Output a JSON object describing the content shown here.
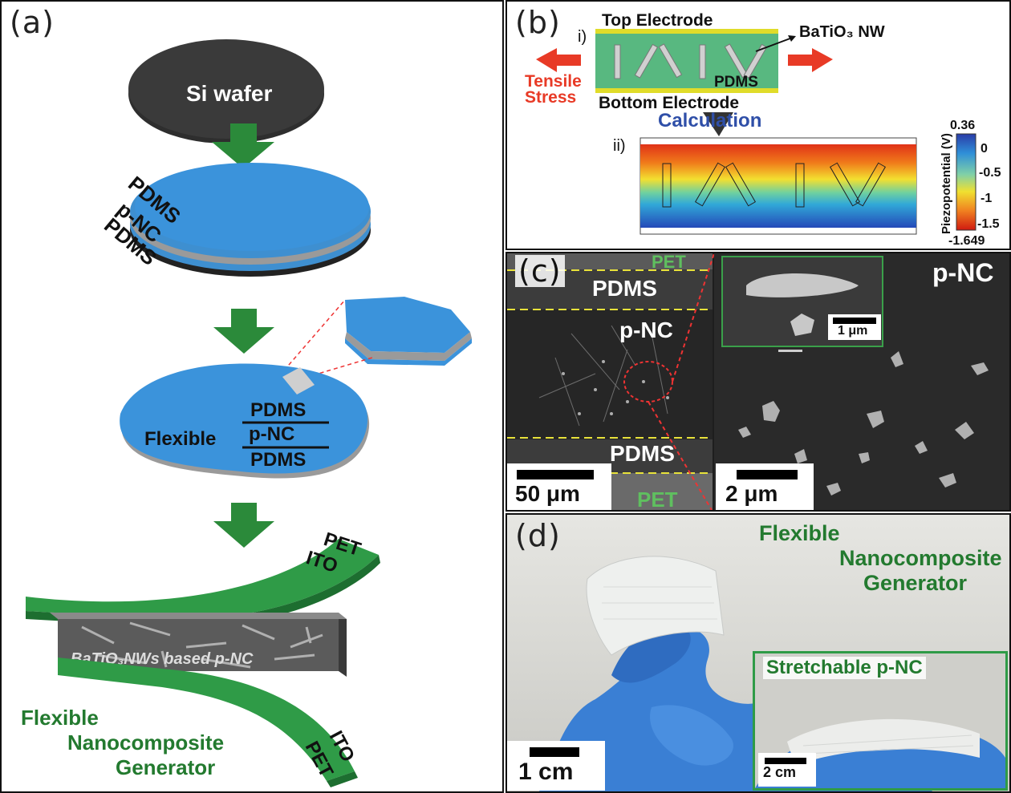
{
  "panel_a": {
    "label": "(a)",
    "si_wafer": "Si wafer",
    "stack_layers": [
      "PDMS",
      "p-NC",
      "PDMS"
    ],
    "flexible_word": "Flexible",
    "flexible_stack": [
      "PDMS",
      "p-NC",
      "PDMS"
    ],
    "top_layers": [
      "PET",
      "ITO"
    ],
    "bottom_layers": [
      "ITO",
      "PET"
    ],
    "nanowire_label": "BaTiO₃NWs based p-NC",
    "generator_title": [
      "Flexible",
      "Nanocomposite",
      "Generator"
    ]
  },
  "panel_b": {
    "label": "(b)",
    "sub_i": "i)",
    "sub_ii": "ii)",
    "top_electrode": "Top Electrode",
    "bottom_electrode": "Bottom Electrode",
    "nw_label": "BaTiO₃ NW",
    "pdms_label": "PDMS",
    "tensile": "Tensile",
    "stress": "Stress",
    "calculation": "Calculation",
    "colorbar": {
      "title": "Piezopotential (V)",
      "max": "0.36",
      "ticks": [
        "0",
        "-0.5",
        "-1",
        "-1.5"
      ],
      "min": "-1.649"
    }
  },
  "panel_c": {
    "label": "(c)",
    "pet_top": "PET",
    "pdms_top": "PDMS",
    "pnc": "p-NC",
    "pdms_bottom": "PDMS",
    "pet_bottom": "PET",
    "scale_left": "50 μm",
    "right_title": "p-NC",
    "inset_scale": "1 μm",
    "scale_right": "2 μm"
  },
  "panel_d": {
    "label": "(d)",
    "title": [
      "Flexible",
      "Nanocomposite",
      "Generator"
    ],
    "inset_label": "Stretchable p-NC",
    "inset_scale": "2 cm",
    "scale": "1 cm"
  }
}
